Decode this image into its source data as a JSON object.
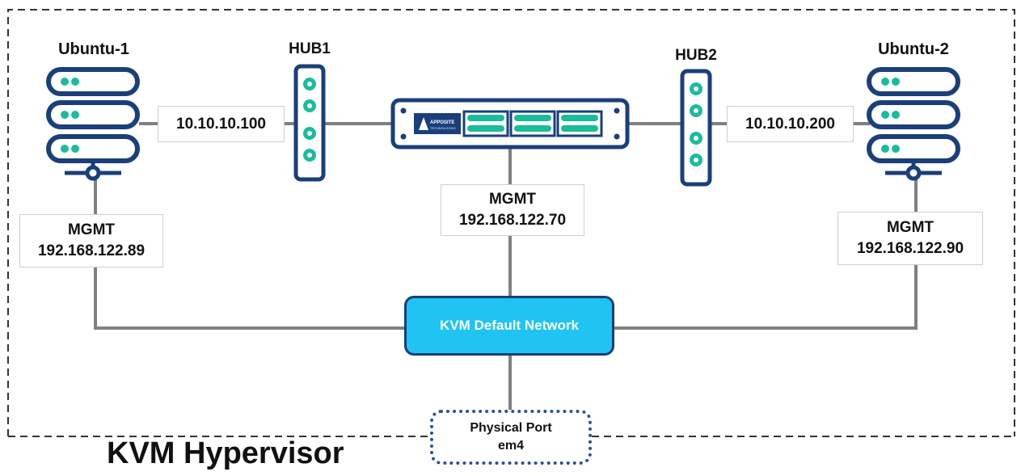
{
  "hypervisor": {
    "title": "KVM Hypervisor"
  },
  "servers": {
    "left": {
      "name": "Ubuntu-1",
      "mgmt_label": "MGMT",
      "mgmt_ip": "192.168.122.89",
      "data_ip": "10.10.10.100"
    },
    "right": {
      "name": "Ubuntu-2",
      "mgmt_label": "MGMT",
      "mgmt_ip": "192.168.122.90",
      "data_ip": "10.10.10.200"
    }
  },
  "hubs": {
    "hub1": "HUB1",
    "hub2": "HUB2"
  },
  "appliance": {
    "brand": "APPOSITE",
    "sub": "TECHNOLOGIES",
    "mgmt_label": "MGMT",
    "mgmt_ip": "192.168.122.70"
  },
  "network": {
    "label": "KVM Default Network"
  },
  "physical_port": {
    "line1": "Physical Port",
    "line2": "em4"
  },
  "colors": {
    "navy": "#1a3f7a",
    "teal": "#1abc9c",
    "cyan": "#1fc4f3",
    "link": "#808080",
    "dashed_border": "#333333"
  }
}
